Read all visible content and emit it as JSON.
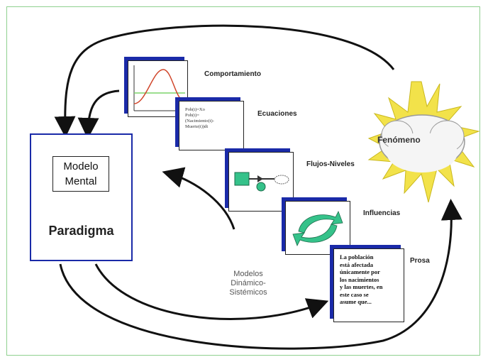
{
  "model_box": {
    "inner_line1": "Modelo",
    "inner_line2": "Mental",
    "paradigm": "Paradigma"
  },
  "cards": {
    "comportamiento": "Comportamiento",
    "ecuaciones": "Ecuaciones",
    "flujos": "Flujos-Niveles",
    "influencias": "Influencias",
    "prosa": "Prosa"
  },
  "equations": [
    "Pob(t)=Xo",
    "Pob(t)=",
    "(Nacimiento(t)-",
    "Muerte(t))dt"
  ],
  "prosa_text": [
    "La población",
    "está afectada",
    "únicamente por",
    "los nacimientos",
    "y las muertes, en",
    "este caso se",
    "asume que..."
  ],
  "modelos_label": {
    "line1": "Modelos",
    "line2": "Dinámico-Sistémicos"
  },
  "phenomenon": "Fenómeno",
  "colors": {
    "border_blue": "#1a2aa8",
    "burst_yellow": "#f2e24a",
    "teal": "#35c28a",
    "frame_green": "#8fd08f"
  }
}
